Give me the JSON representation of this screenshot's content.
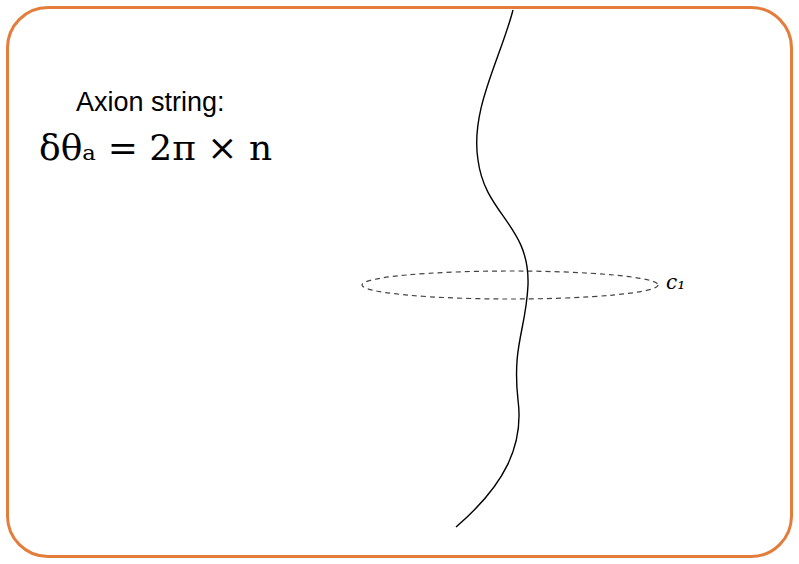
{
  "diagram": {
    "nodes": [
      {
        "text": [
          "Axion string:",
          "δθₐ = 2π × n"
        ]
      }
    ],
    "labels": [
      "c₁"
    ]
  }
}
